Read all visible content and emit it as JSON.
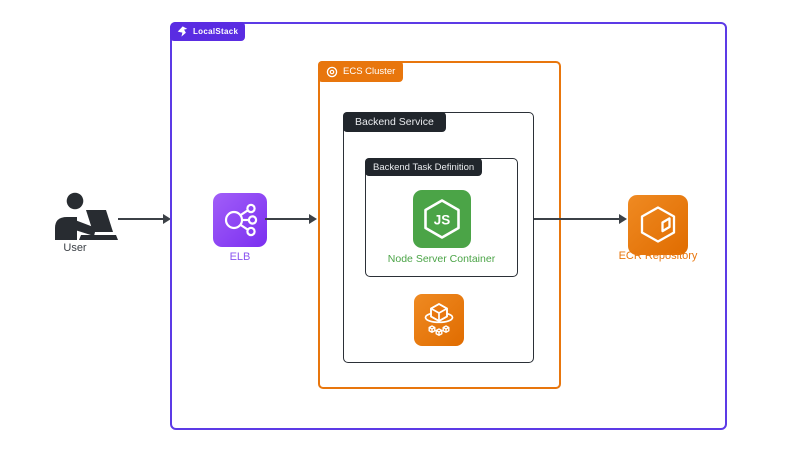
{
  "diagram": {
    "localstack": {
      "label": "LocalStack"
    },
    "ecs_cluster": {
      "label": "ECS Cluster"
    },
    "backend_service": {
      "label": "Backend Service"
    },
    "task_definition": {
      "label": "Backend Task Definition"
    },
    "user": {
      "label": "User"
    },
    "elb": {
      "label": "ELB"
    },
    "node_container": {
      "label": "Node Server Container"
    },
    "node_badge": {
      "label": "JS"
    },
    "ecr": {
      "label": "ECR Repository"
    }
  },
  "icons": {
    "localstack_logo": "localstack-logo-icon",
    "ecs_cluster_badge": "ecs-cluster-ring-icon",
    "user": "user-at-laptop-icon",
    "elb": "elastic-load-balancer-icon",
    "nodejs": "nodejs-hexagon-icon",
    "ecs_service": "ecs-cube-orbit-icon",
    "ecr": "ecr-repository-cube-icon"
  },
  "colors": {
    "localstack_purple": "#5a2ce2",
    "localstack_border": "#5c3ae6",
    "aws_orange": "#e8760d",
    "dark_tab": "#21262c",
    "dark_border": "#2b3037",
    "node_green": "#4ba447",
    "elb_purple": "#8a55f0",
    "arrow": "#3c4147",
    "user_text": "#3a3f45"
  }
}
